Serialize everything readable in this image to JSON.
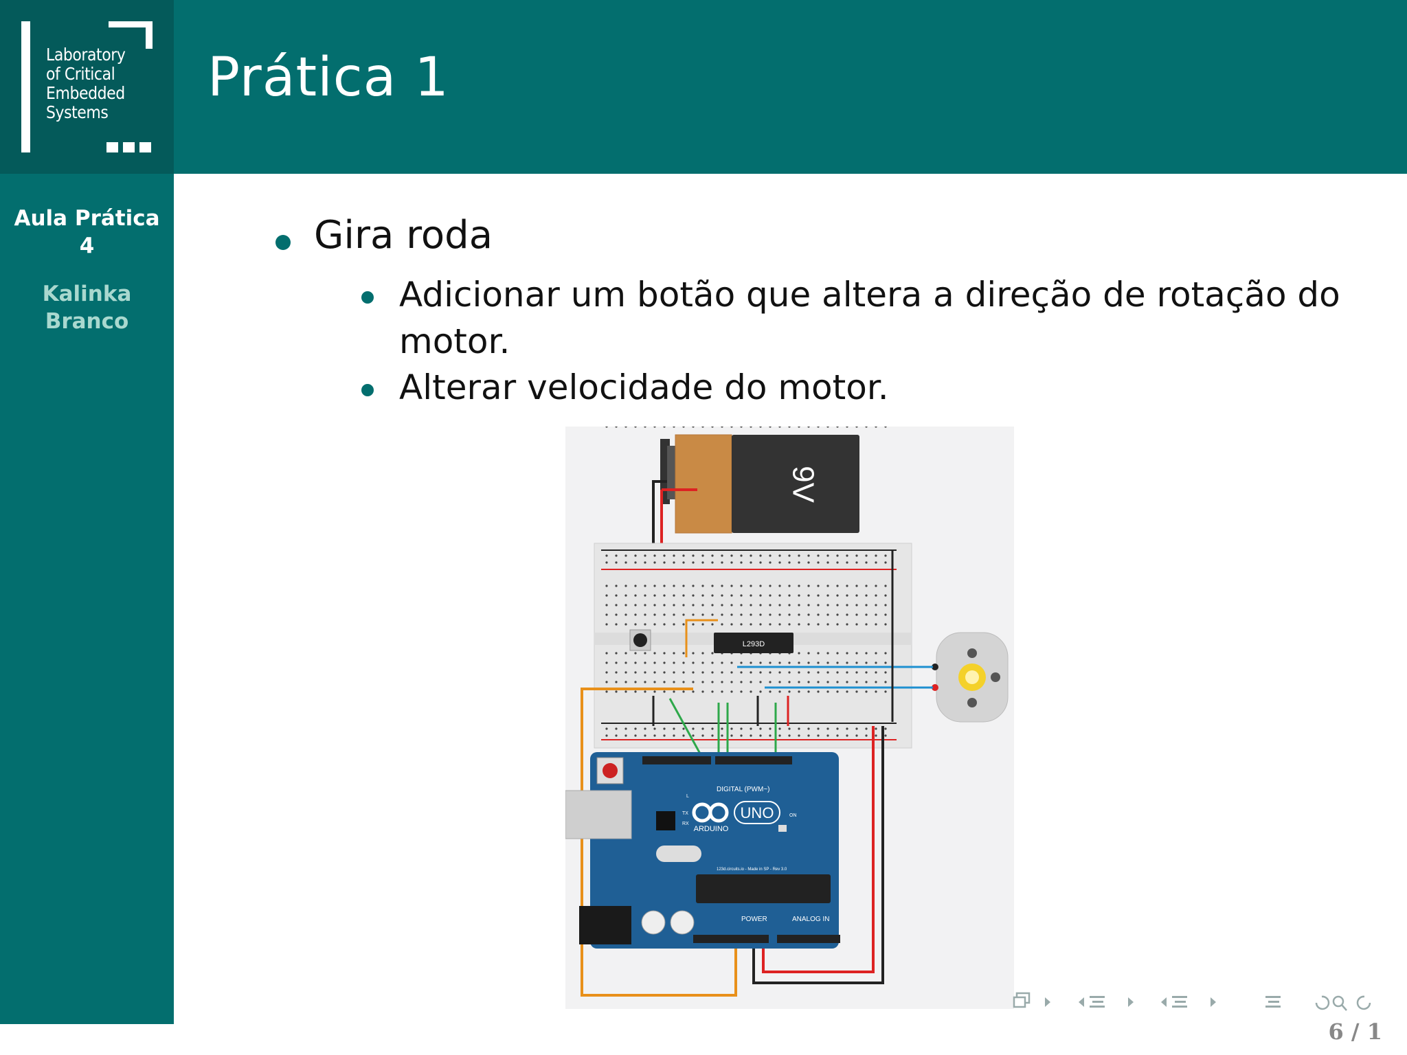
{
  "header": {
    "logo_lines": [
      "Laboratory",
      "of Critical",
      "Embedded",
      "Systems"
    ],
    "title": "Prática 1"
  },
  "sidebar": {
    "course": "Aula Prática 4",
    "author": "Kalinka Branco"
  },
  "content": {
    "bullets": [
      {
        "text": "Gira roda",
        "sub": [
          {
            "text_line1": "Adicionar um botão que altera a direção de rotação do",
            "text_line2": "motor."
          },
          {
            "text_line1": "Alterar velocidade do motor."
          }
        ]
      }
    ]
  },
  "figure": {
    "battery_label": "9V",
    "chip_label": "L293D",
    "board_brand": "ARDUINO",
    "board_model": "UNO",
    "digital_label": "DIGITAL (PWM~)",
    "power_label": "POWER",
    "analog_label": "ANALOG IN",
    "board_tagline": "123d.circuits.io - Made in SP - Rev 3.0",
    "on_label": "ON",
    "tx_label": "TX",
    "rx_label": "RX",
    "l_label": "L"
  },
  "footer": {
    "page_number": "6 / 1"
  },
  "colors": {
    "header_bg": "#036e6e",
    "logo_bg": "#045a5a",
    "author_text": "#a9d8cf"
  }
}
